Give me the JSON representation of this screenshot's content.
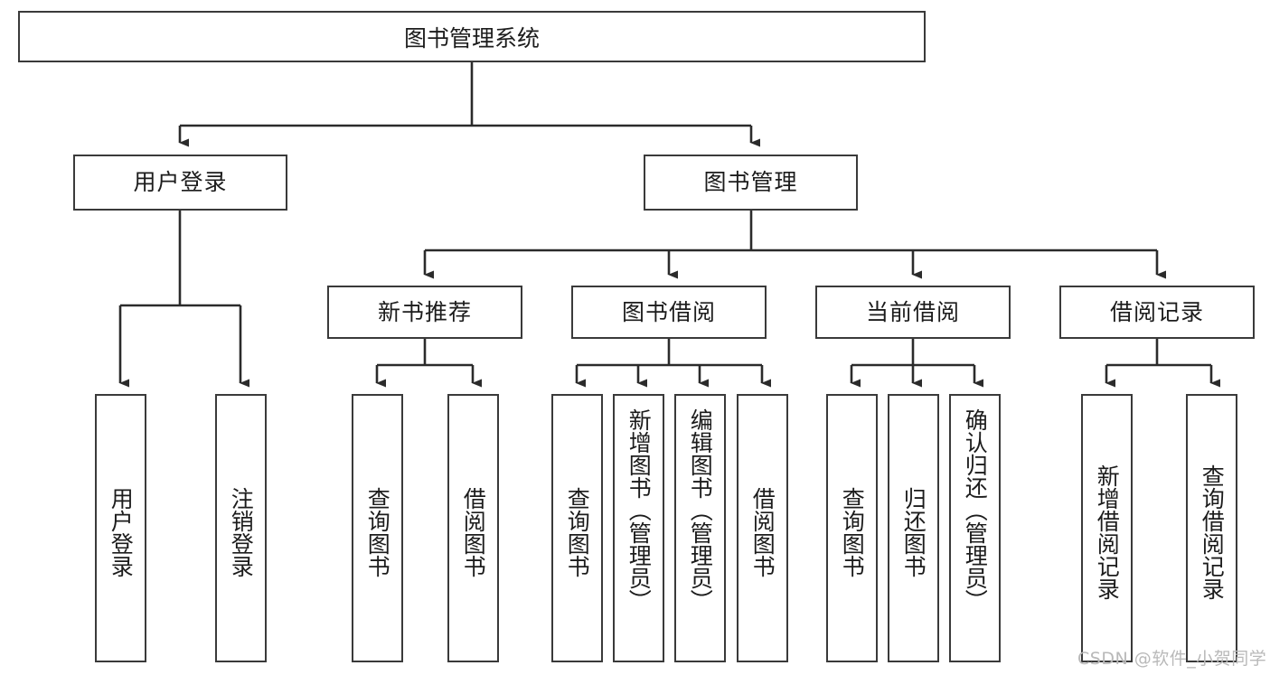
{
  "diagram": {
    "title": "图书管理系统",
    "type": "tree-hierarchy-chart",
    "stroke_color": "#3a3a3a",
    "background_color": "#ffffff",
    "text_color": "#1c1c1c"
  },
  "root": {
    "label": "图书管理系统"
  },
  "level2": [
    {
      "label": "用户登录"
    },
    {
      "label": "图书管理"
    }
  ],
  "level3": [
    {
      "label": "新书推荐"
    },
    {
      "label": "图书借阅"
    },
    {
      "label": "当前借阅"
    },
    {
      "label": "借阅记录"
    }
  ],
  "leaves": {
    "user_login": [
      {
        "label": "用户登录"
      },
      {
        "label": "注销登录"
      }
    ],
    "new_book": [
      {
        "label": "查询图书"
      },
      {
        "label": "借阅图书"
      }
    ],
    "book_borrow": [
      {
        "label": "查询图书"
      },
      {
        "label": "新增图书（管理员）"
      },
      {
        "label": "编辑图书（管理员）"
      },
      {
        "label": "借阅图书"
      }
    ],
    "current_borrow": [
      {
        "label": "查询图书"
      },
      {
        "label": "归还图书"
      },
      {
        "label": "确认归还（管理员）"
      }
    ],
    "borrow_record": [
      {
        "label": "新增借阅记录"
      },
      {
        "label": "查询借阅记录"
      }
    ]
  },
  "watermark": {
    "text": "CSDN @软件_小贺同学"
  }
}
